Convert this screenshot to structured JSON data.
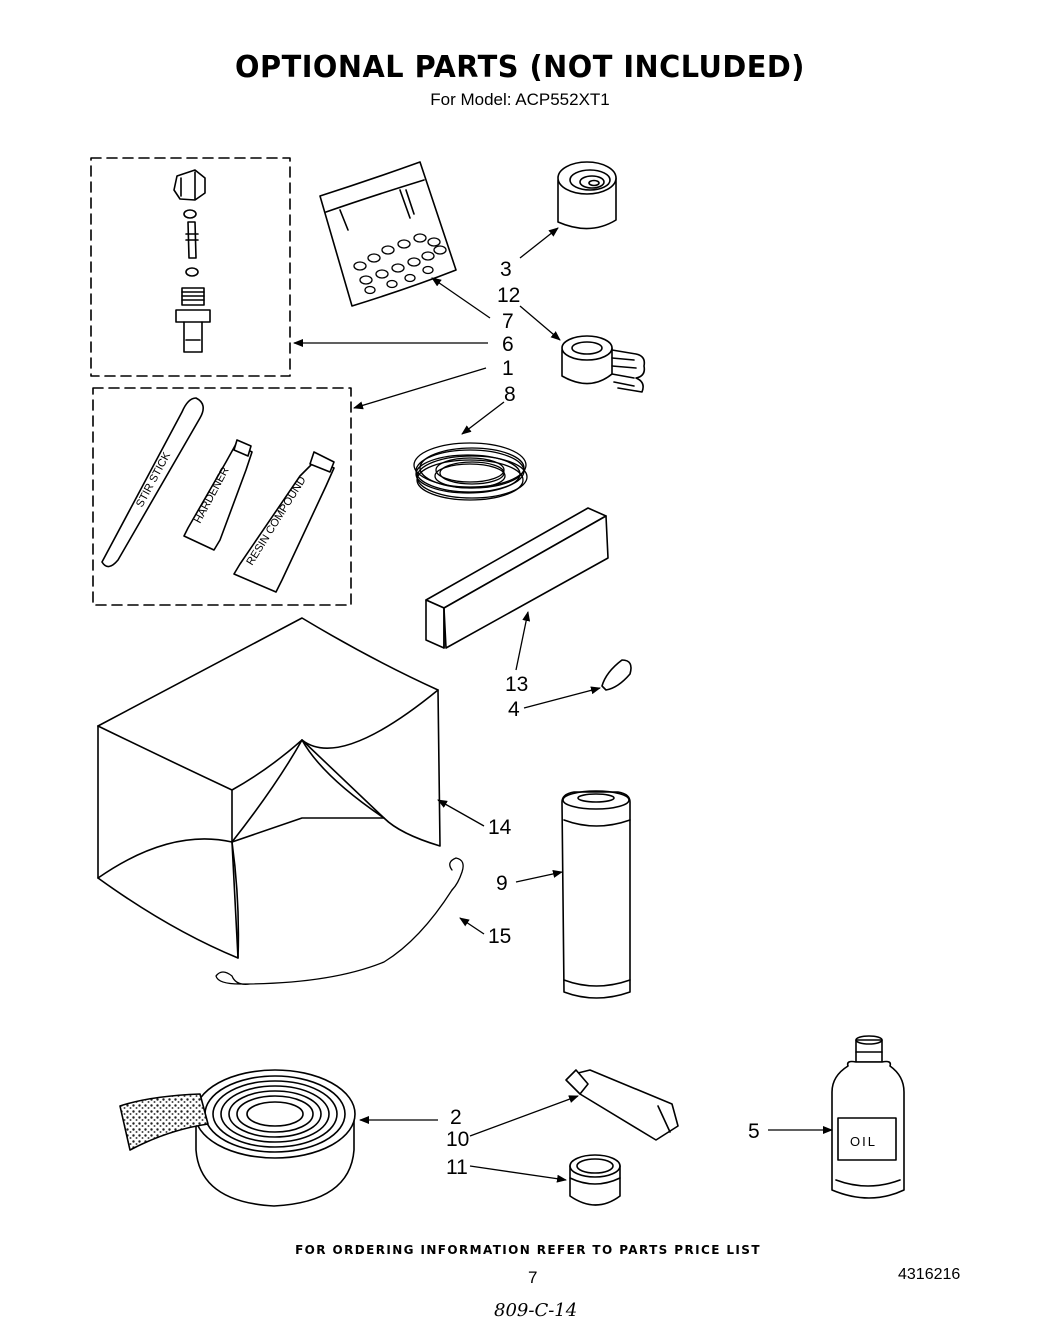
{
  "header": {
    "title": "OPTIONAL PARTS (NOT INCLUDED)",
    "subtitle": "For Model: ACP552XT1"
  },
  "item_labels": {
    "stir_stick": "STIR STICK",
    "hardener": "HARDENER",
    "resin": "RESIN COMPOUND",
    "oil": "OIL"
  },
  "callouts": [
    {
      "id": "3",
      "text": "3"
    },
    {
      "id": "12",
      "text": "12"
    },
    {
      "id": "7",
      "text": "7"
    },
    {
      "id": "6",
      "text": "6"
    },
    {
      "id": "1",
      "text": "1"
    },
    {
      "id": "8",
      "text": "8"
    },
    {
      "id": "13",
      "text": "13"
    },
    {
      "id": "4",
      "text": "4"
    },
    {
      "id": "14",
      "text": "14"
    },
    {
      "id": "9",
      "text": "9"
    },
    {
      "id": "15",
      "text": "15"
    },
    {
      "id": "2",
      "text": "2"
    },
    {
      "id": "10",
      "text": "10"
    },
    {
      "id": "11",
      "text": "11"
    },
    {
      "id": "5",
      "text": "5"
    }
  ],
  "footer": {
    "ordering_note": "FOR ORDERING INFORMATION REFER TO PARTS PRICE LIST",
    "page_number": "7",
    "document_number": "4316216",
    "handwritten_note": "809-C-14"
  }
}
